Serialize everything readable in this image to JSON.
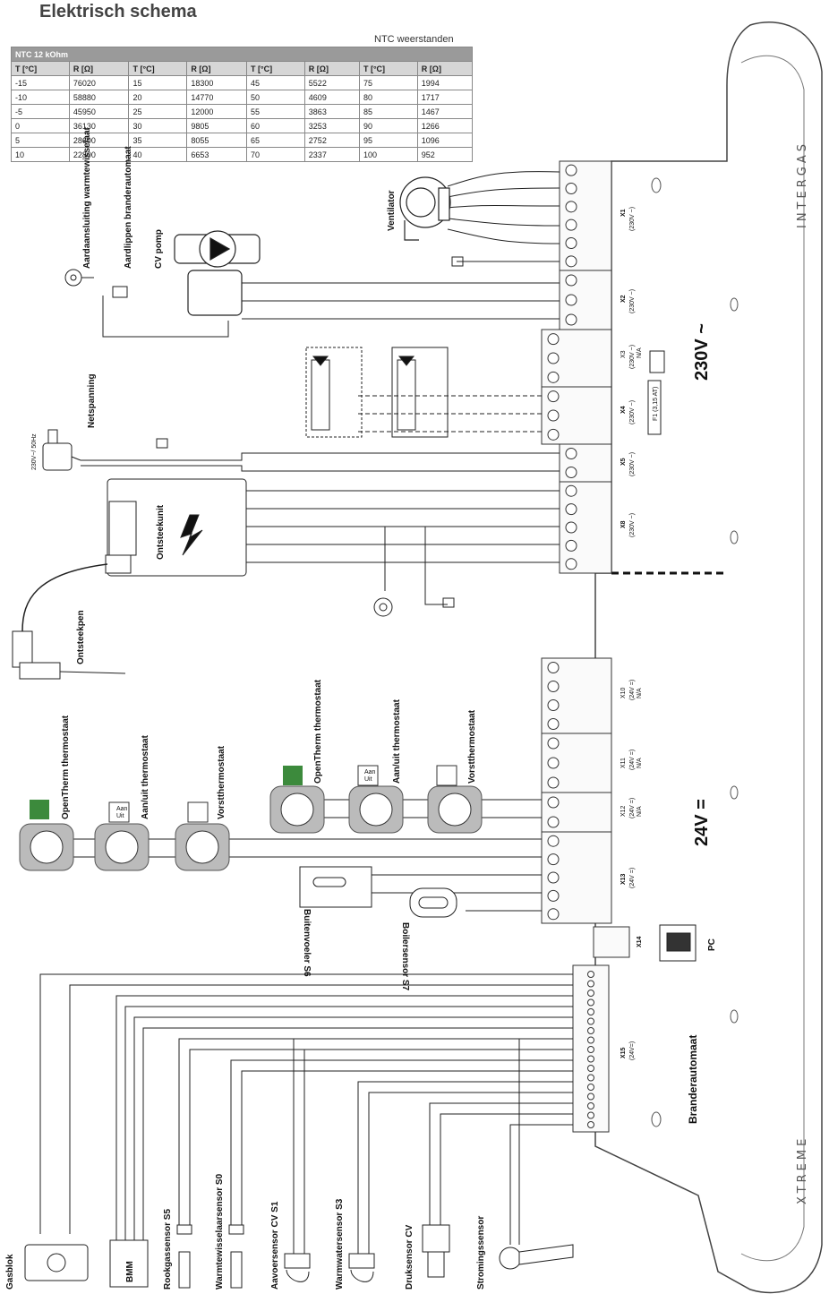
{
  "title": "Elektrisch schema",
  "ntc": {
    "caption": "NTC weerstanden",
    "header": "NTC 12 kOhm",
    "columns": [
      "T [°C]",
      "R [Ω]",
      "T [°C]",
      "R [Ω]",
      "T [°C]",
      "R [Ω]",
      "T [°C]",
      "R [Ω]"
    ],
    "rows": [
      [
        "-15",
        "76020",
        "15",
        "18300",
        "45",
        "5522",
        "75",
        "1994"
      ],
      [
        "-10",
        "58880",
        "20",
        "14770",
        "50",
        "4609",
        "80",
        "1717"
      ],
      [
        "-5",
        "45950",
        "25",
        "12000",
        "55",
        "3863",
        "85",
        "1467"
      ],
      [
        "0",
        "36130",
        "30",
        "9805",
        "60",
        "3253",
        "90",
        "1266"
      ],
      [
        "5",
        "28600",
        "35",
        "8055",
        "65",
        "2752",
        "95",
        "1096"
      ],
      [
        "10",
        "22800",
        "40",
        "6653",
        "70",
        "2337",
        "100",
        "952"
      ]
    ]
  },
  "components": {
    "aarde_ww": "Aardaansluiting warmtewisselaar",
    "aardlippen": "Aardlippen branderautomaat",
    "cv_pomp": "CV pomp",
    "ventilator": "Ventilator",
    "netspanning": "Netspanning",
    "netspanning_spec": "230V~/ 50Hz",
    "ontsteekunit": "Ontsteekunit",
    "ontsteekpen": "Ontsteekpen",
    "opentherm": "OpenTherm thermostaat",
    "aanuit": "Aan/uit thermostaat",
    "vorst": "Vorstthermostaat",
    "buitenvoeler": "Buitenvoeler S6",
    "boilersensor": "Boilersensor S7",
    "pc": "PC",
    "branderautomaat": "Branderautomaat",
    "gasblok": "Gasblok",
    "bmm": "BMM",
    "rookgassensor": "Rookgassensor S5",
    "warmtewisselaarsensor": "Warmtewisselaarsensor S0",
    "aavoersensor": "Aavoersensor CV S1",
    "warmwatersensor": "Warmwatersensor S3",
    "druksensor": "Druksensor CV",
    "stromingssensor": "Stromingssensor",
    "aan": "Aan",
    "uit": "Uit"
  },
  "connectors": {
    "x1": "X1",
    "x1_v": "(230V ~)",
    "x2": "X2",
    "x2_v": "(230V ~)",
    "x3": "X3",
    "x3_v": "(230V ~)",
    "x3_na": "N/A",
    "x4": "X4",
    "x4_v": "(230V ~)",
    "x5": "X5",
    "x5_v": "(230V ~)",
    "x8": "X8",
    "x8_v": "(230V ~)",
    "x10": "X10",
    "x10_v": "(24V =)",
    "x10_na": "N/A",
    "x11": "X11",
    "x11_v": "(24V =)",
    "x11_na": "N/A",
    "x12": "X12",
    "x12_v": "(24V =)",
    "x12_na": "N/A",
    "x13": "X13",
    "x13_v": "(24V =)",
    "x14": "X14",
    "x15": "X15",
    "x15_v": "(24V=)"
  },
  "voltages": {
    "high": "230V ~",
    "low": "24V ="
  },
  "fuse": "F1 (3,15 AT)",
  "brand_top": "INTERGAS",
  "brand_bottom": "XTREME"
}
